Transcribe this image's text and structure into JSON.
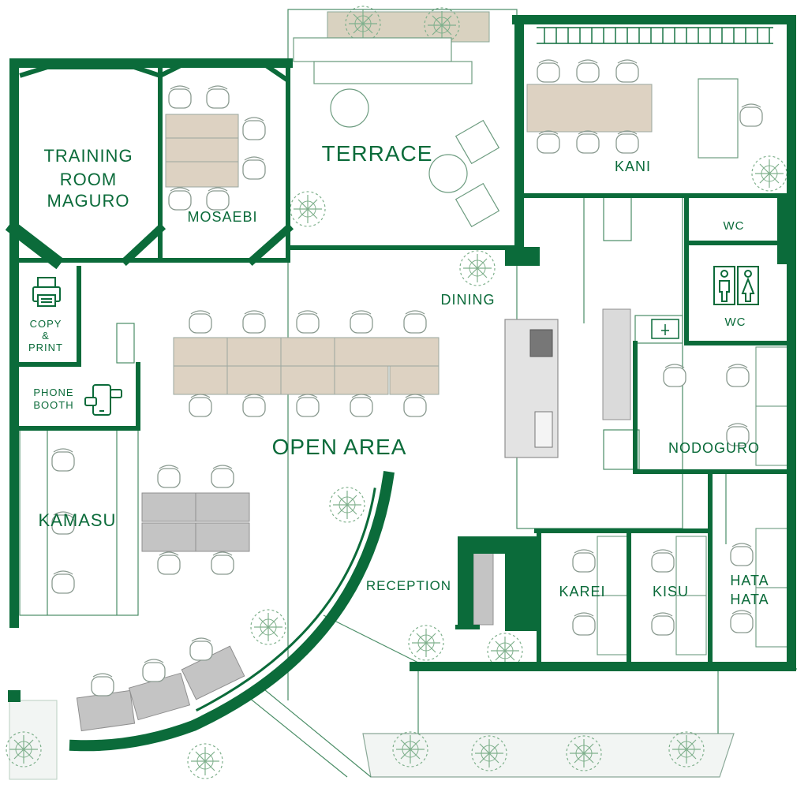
{
  "rooms": {
    "training": [
      "TRAINING",
      "ROOM",
      "MAGURO"
    ],
    "mosaebi": "MOSAEBI",
    "terrace": "TERRACE",
    "kani": "KANI",
    "wc_top": "WC",
    "wc_mid": "WC",
    "copy": [
      "COPY",
      "&",
      "PRINT"
    ],
    "phone": [
      "PHONE",
      "BOOTH"
    ],
    "dining": "DINING",
    "open_area": "OPEN AREA",
    "nodoguro": "NODOGURO",
    "kamasu": "KAMASU",
    "reception": "RECEPTION",
    "karei": "KAREI",
    "kisu": "KISU",
    "hatahata": [
      "HATA",
      "HATA"
    ]
  },
  "colors": {
    "wall": "#0b6b3a",
    "line": "#3f8a5e",
    "table_beige": "#ddd2c2",
    "table_gray": "#c4c4c4",
    "plant": "#7fb08c"
  }
}
